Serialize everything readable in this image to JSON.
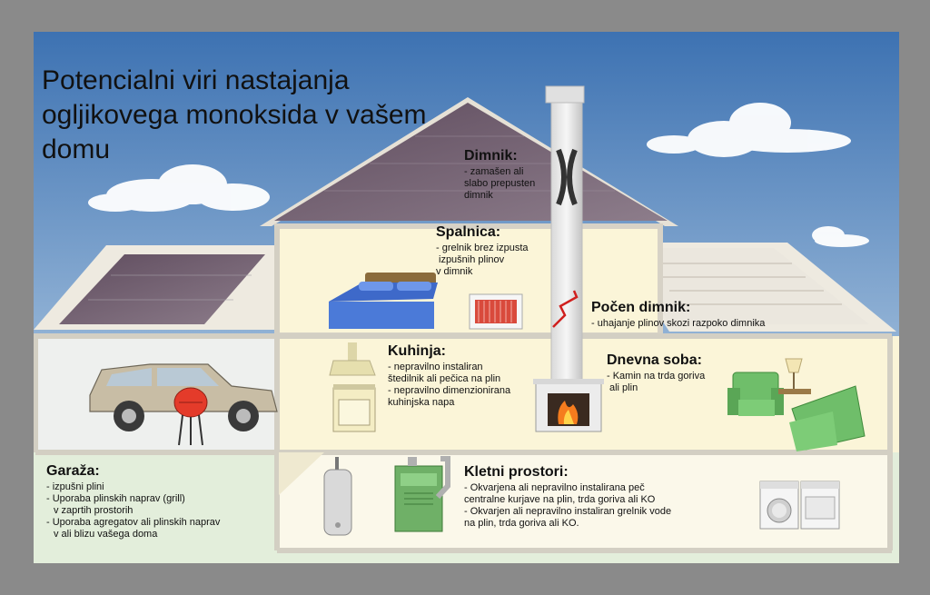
{
  "title": "Potencialni viri nastajanja ogljikovega monoksida v vašem domu",
  "colors": {
    "sky_top": "#3f74b3",
    "sky_bottom": "#c9dcec",
    "wall": "#fbf4d6",
    "roof": "#6e5a6a",
    "outline": "#d9d4c8",
    "ground": "#e0ecd8"
  },
  "labels": {
    "dimnik": {
      "heading": "Dimnik:",
      "lines": [
        "- zamašen ali",
        "slabo prepusten",
        "dimnik"
      ]
    },
    "spalnica": {
      "heading": "Spalnica:",
      "lines": [
        "- grelnik brez izpusta",
        "izpušnih plinov",
        "v dimnik"
      ]
    },
    "pocen_dimnik": {
      "heading": "Počen dimnik:",
      "lines": [
        "- uhajanje plinov skozi razpoko dimnika"
      ]
    },
    "kuhinja": {
      "heading": "Kuhinja:",
      "lines": [
        "- nepravilno instaliran",
        "štedilnik ali pečica na plin",
        "- nepravilno dimenzionirana",
        "kuhinjska napa"
      ]
    },
    "dnevna_soba": {
      "heading": "Dnevna soba:",
      "lines": [
        "- Kamin na trda goriva",
        "ali plin"
      ]
    },
    "garaza": {
      "heading": "Garaža:",
      "lines": [
        "- izpušni plini",
        "- Uporaba plinskih naprav (grill)",
        "v zaprtih prostorih",
        "- Uporaba agregatov ali plinskih naprav",
        "v ali blizu vašega doma"
      ]
    },
    "kletni": {
      "heading": "Kletni prostori:",
      "lines": [
        "- Okvarjena ali nepravilno instalirana peč",
        "centralne kurjave na plin, trda goriva  ali KO",
        "- Okvarjen ali nepravilno instaliran grelnik vode",
        "na plin, trda goriva ali KO."
      ]
    }
  },
  "icons": [
    "chimney-icon",
    "bed-icon",
    "wall-heater-icon",
    "car-icon",
    "grill-icon",
    "range-hood-icon",
    "stove-icon",
    "fireplace-icon",
    "armchair-icon",
    "sofa-icon",
    "lamp-icon",
    "water-heater-icon",
    "furnace-icon",
    "washer-icon",
    "dryer-icon",
    "crack-icon",
    "cloud-icon"
  ]
}
